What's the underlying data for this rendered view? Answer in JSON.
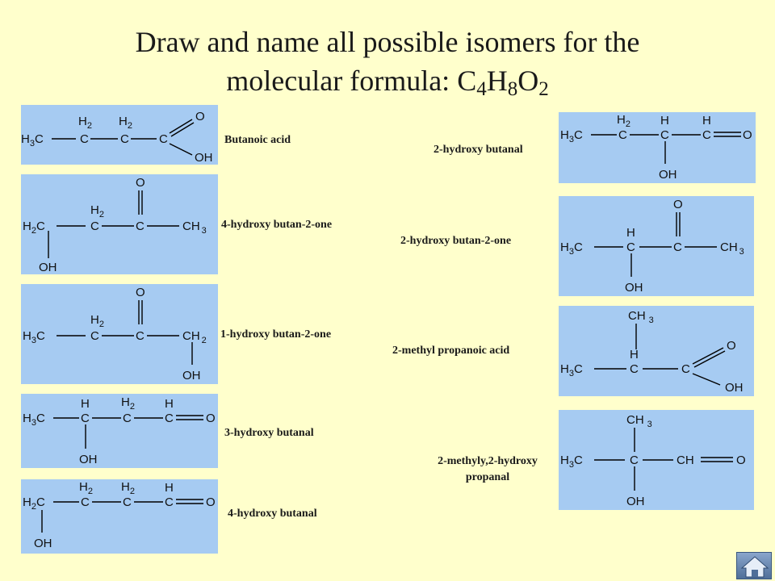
{
  "title": {
    "line1": "Draw and name all possible isomers for the",
    "line2_prefix": "molecular formula: C",
    "sub4": "4",
    "h": "H",
    "sub8": "8",
    "o": "O",
    "sub2": "2"
  },
  "captions": {
    "butanoic_acid": "Butanoic acid",
    "hydroxybutan2one_4": "4-hydroxy butan-2-one",
    "hydroxybutan2one_1": "1-hydroxy butan-2-one",
    "hydroxybutanal_3": "3-hydroxy butanal",
    "hydroxybutanal_4": "4-hydroxy butanal",
    "hydroxybutanal_2": "2-hydroxy butanal",
    "hydroxybutan2one_2": "2-hydroxy butan-2-one",
    "methylpropanoic": "2-methyl propanoic acid",
    "methylhydroxy_line1": "2-methyly,2-hydroxy",
    "methylhydroxy_line2": "propanal"
  },
  "atoms": {
    "h": "H",
    "c": "C",
    "o": "O",
    "oh": "OH",
    "ch": "CH",
    "h2c": "H",
    "ch3": "CH",
    "n2": "2",
    "n3": "3"
  },
  "colors": {
    "background": "#ffffcc",
    "panel": "#a6cbf2"
  },
  "icons": {
    "home": "home-icon"
  }
}
